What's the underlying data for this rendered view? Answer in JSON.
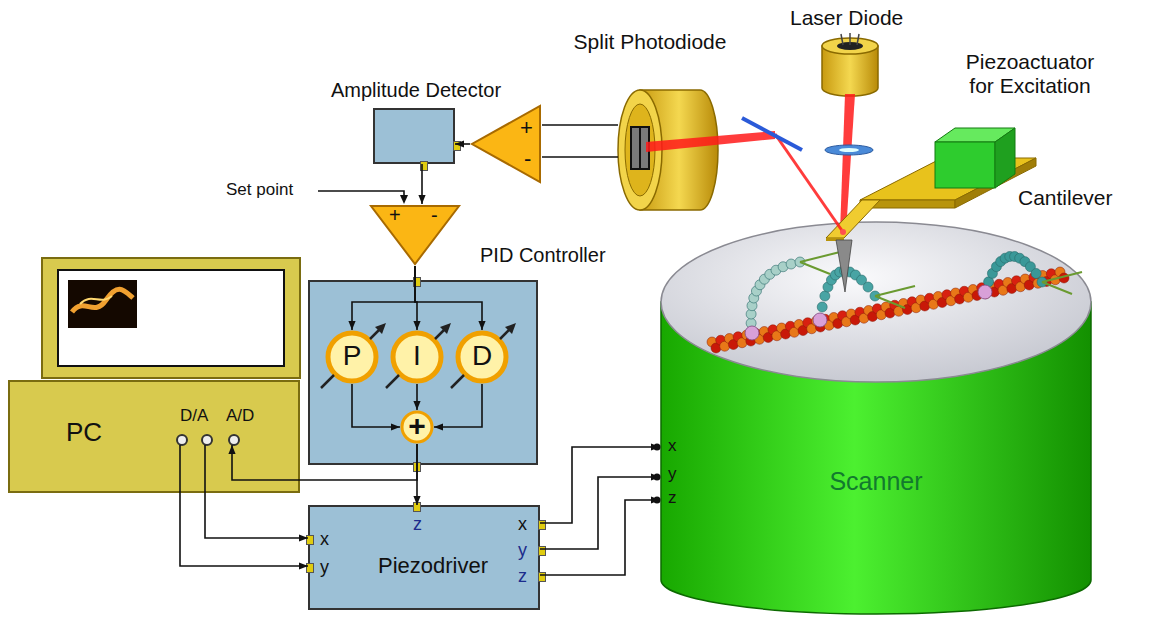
{
  "diagram": {
    "nodes": [
      {
        "text": [
          "Split Photodiode"
        ]
      },
      {
        "text": [
          "Amplitude Detector"
        ]
      },
      {
        "text": [
          "+",
          "-"
        ]
      },
      {
        "text": [
          "+",
          "-"
        ]
      },
      {
        "text": [
          "PID Controller"
        ]
      },
      {
        "text": [
          "P"
        ],
        "in": 4
      },
      {
        "text": [
          "I"
        ],
        "in": 4
      },
      {
        "text": [
          "D"
        ],
        "in": 4
      },
      {
        "text": [
          "+"
        ],
        "in": 4
      },
      {
        "text": [
          "PC",
          "D/A",
          "A/D"
        ]
      },
      {
        "text": [
          "z",
          "x",
          "y",
          "Piezodriver",
          "x",
          "y",
          "z"
        ]
      },
      {
        "text": [
          "Scanner"
        ]
      }
    ],
    "edges": [
      {
        "from": 0,
        "to": 2,
        "arrow": "none"
      },
      {
        "from": 0,
        "to": 2,
        "arrow": "none"
      },
      {
        "from": 2,
        "to": 1,
        "arrow": "to"
      },
      {
        "from": 1,
        "to": 3,
        "arrow": "to"
      },
      {
        "from": 3,
        "to": 5,
        "arrow": "to"
      },
      {
        "from": 3,
        "to": 6,
        "arrow": "to"
      },
      {
        "from": 3,
        "to": 7,
        "arrow": "to"
      },
      {
        "from": 5,
        "to": 8,
        "arrow": "to"
      },
      {
        "from": 6,
        "to": 8,
        "arrow": "to"
      },
      {
        "from": 7,
        "to": 8,
        "arrow": "to"
      },
      {
        "from": 8,
        "to": 10,
        "arrow": "to"
      },
      {
        "from": 8,
        "to": 9,
        "arrow": "to"
      },
      {
        "from": 9,
        "to": 10,
        "arrow": "to"
      },
      {
        "from": 9,
        "to": 10,
        "arrow": "to"
      },
      {
        "from": 10,
        "to": 11,
        "arrow": "to"
      },
      {
        "from": 10,
        "to": 11,
        "arrow": "to"
      },
      {
        "from": 10,
        "to": 11,
        "arrow": "to"
      }
    ],
    "labels": [
      "Laser Diode",
      "Piezoactuator for Excitation",
      "Cantilever",
      "Set point",
      "x",
      "y",
      "z"
    ]
  }
}
